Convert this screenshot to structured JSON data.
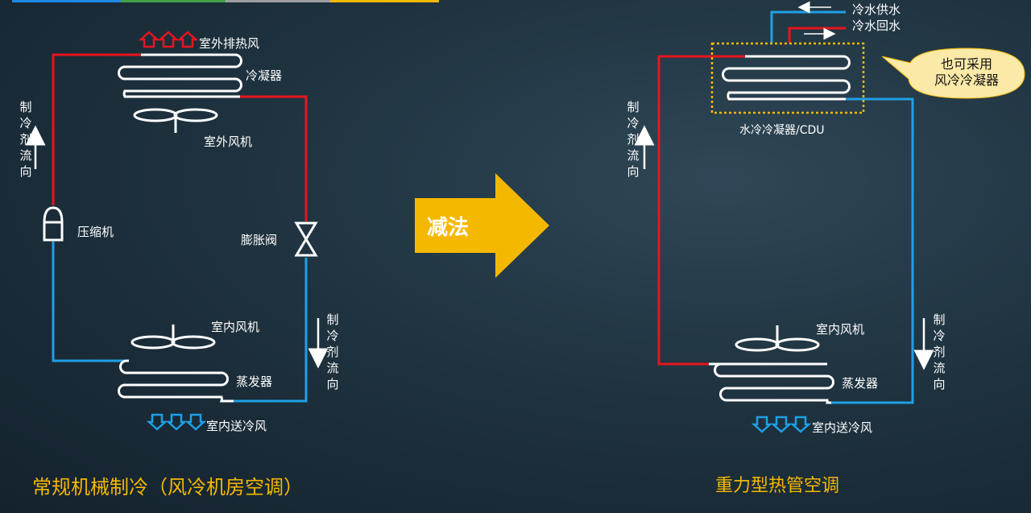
{
  "topbar": {
    "colors": [
      "#1e88e5",
      "#43a047",
      "#9e9e9e",
      "#f5b800"
    ]
  },
  "left": {
    "labels": {
      "outdoor_exhaust": "室外排热风",
      "condenser": "冷凝器",
      "outdoor_fan": "室外风机",
      "compressor": "压缩机",
      "expansion_valve": "膨胀阀",
      "indoor_fan": "室内风机",
      "evaporator": "蒸发器",
      "indoor_supply": "室内送冷风",
      "flow_left": "制冷剂流向",
      "flow_right": "制冷剂流向"
    },
    "title": "常规机械制冷（风冷机房空调）"
  },
  "middle": {
    "arrow_label": "减法",
    "arrow_color": "#f5b800"
  },
  "right": {
    "labels": {
      "chilled_supply": "冷水供水",
      "chilled_return": "冷水回水",
      "condenser_cdu": "水冷冷凝器/CDU",
      "bubble": "也可采用\n风冷冷凝器",
      "indoor_fan": "室内风机",
      "evaporator": "蒸发器",
      "indoor_supply": "室内送冷风",
      "flow_left": "制冷剂流向",
      "flow_right": "制冷剂流向"
    },
    "title": "重力型热管空调"
  },
  "colors": {
    "hot": "#e8141e",
    "cold": "#1ea0e6",
    "coil": "#ffffff",
    "highlight": "#f5b800",
    "bubble": "#fbe9a8"
  }
}
